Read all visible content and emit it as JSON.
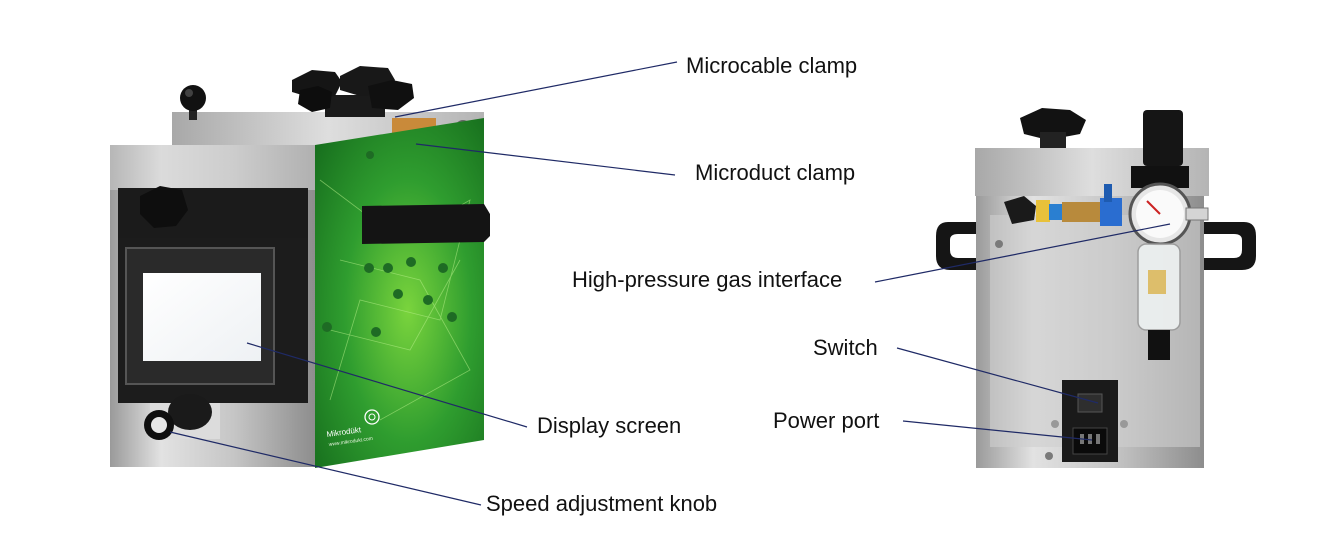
{
  "figure": {
    "front_view": {
      "brand_text": "Mikrodükt",
      "website_text": "www.mikrodukt.com"
    },
    "callouts": {
      "microcable_clamp": "Microcable clamp",
      "microduct_clamp": "Microduct clamp",
      "high_pressure_gas_interface": "High-pressure gas interface",
      "switch": "Switch",
      "power_port": "Power port",
      "display_screen": "Display screen",
      "speed_adjustment_knob": "Speed adjustment knob"
    },
    "colors": {
      "leader_line": "#1f2a66",
      "panel_green": "#2f9d2f",
      "steel": "#c9c9c9",
      "knob_black": "#111111"
    }
  }
}
